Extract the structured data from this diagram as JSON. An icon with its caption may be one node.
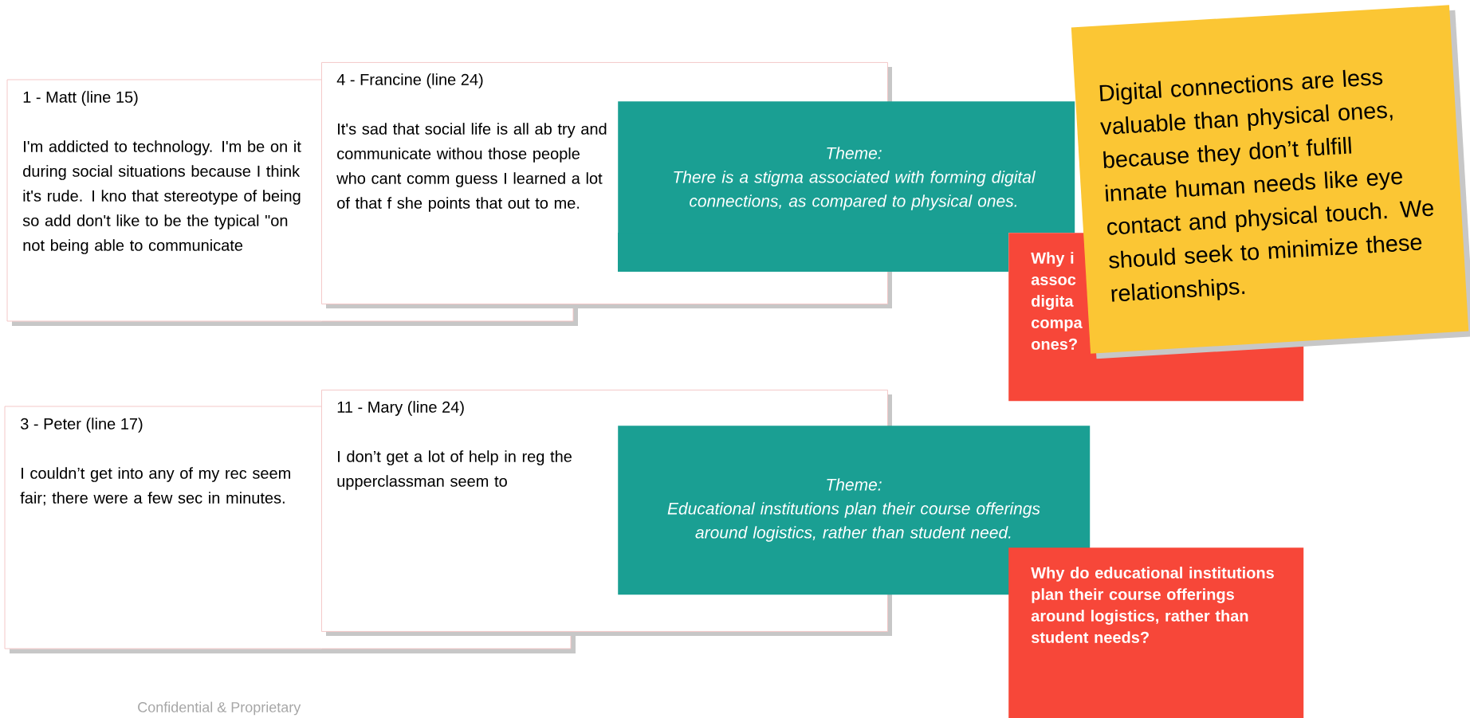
{
  "diagram": {
    "nodes": [
      {
        "text": [
          "1 - Matt (line 15)",
          "I'm addicted to technology. I'm be on it during social situations because I think it's rude. I kno that stereotype of being so add don't like to be the typical \"on not being able to communicate"
        ]
      },
      {
        "text": [
          "4 - Francine (line 24)",
          "It's sad that social life is all ab try and communicate withou those people who cant comm guess I learned a lot of that f she points that out to me."
        ]
      },
      {
        "text": [
          "Theme:",
          "There is a stigma associated with forming digital connections, as compared to physical ones."
        ]
      },
      {
        "text": [
          "Why i assoc digita compa ones?"
        ]
      },
      {
        "text": [
          "Digital connections are less valuable than physical ones, because they don’t fulfill innate human needs like eye contact and physical touch. We should seek to minimize these relationships."
        ]
      },
      {
        "text": [
          "3 - Peter (line 17)",
          "I couldn’t get into any of my rec seem fair; there were a few sec in minutes."
        ]
      },
      {
        "text": [
          "11 - Mary (line 24)",
          "I don’t get a lot of help in reg the upperclassman seem to"
        ]
      },
      {
        "text": [
          "Theme:",
          "Educational institutions plan their course offerings around logistics, rather than student need."
        ]
      },
      {
        "text": [
          "Why do educational institutions plan their course offerings around logistics, rather than student needs?"
        ]
      }
    ],
    "labels": [
      "Confidential & Proprietary"
    ]
  }
}
